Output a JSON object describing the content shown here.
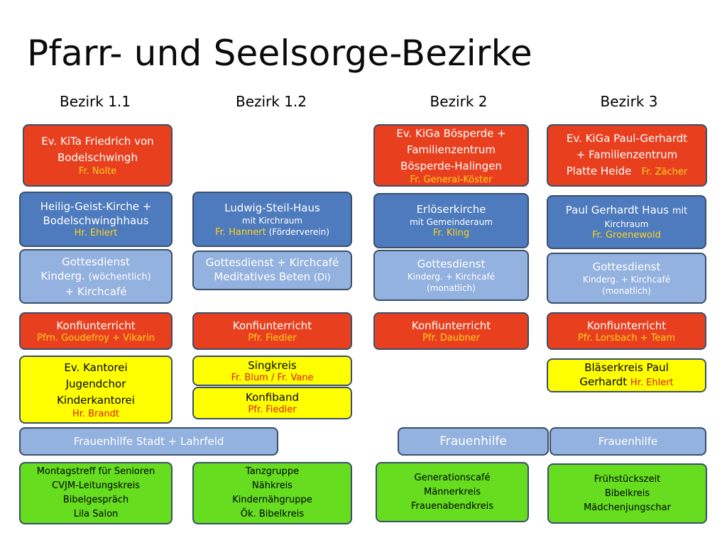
{
  "title": "Pfarr- und Seelsorge-Bezirke",
  "columns": [
    "Bezirk 1.1",
    "Bezirk 1.2",
    "Bezirk 2",
    "Bezirk 3"
  ],
  "boxes": {
    "kita_1_1": [
      "Ev. KiTa Friedrich von",
      "Bodelschwingh",
      "Fr. Nolte"
    ],
    "kiga_2": [
      "Ev. KiGa Bösperde +",
      "Familienzentrum",
      "Bösperde-Halingen",
      "Fr. General-Köster"
    ],
    "kiga_3": [
      "Ev. KiGa Paul-Gerhardt",
      "+ Familienzentrum",
      "Platte Heide",
      "Fr. Zächer"
    ],
    "kirche_1_1": [
      "Heilig-Geist-Kirche +",
      "Bodelschwinghhaus",
      "Hr. Ehlert"
    ],
    "haus_1_2": [
      "Ludwig-Steil-Haus",
      "mit Kirchraum",
      "Fr. Hannert",
      "(Förderverein)"
    ],
    "kirche_2": [
      "Erlöserkirche",
      "mit Gemeinderaum",
      "Fr. Kling"
    ],
    "haus_3": [
      "Paul Gerhardt Haus",
      "mit",
      "Kirchraum",
      "Fr. Groenewold"
    ],
    "gd_1_1": [
      "Gottesdienst",
      "Kinderg.",
      "(wöchentlich)",
      "+ Kirchcafé"
    ],
    "gd_1_2": [
      "Gottesdienst + Kirchcafé",
      "Meditatives Beten",
      "(Di)"
    ],
    "gd_2": [
      "Gottesdienst",
      "Kinderg. + Kirchcafé",
      "(monatlich)"
    ],
    "gd_3": [
      "Gottesdienst",
      "Kinderg. + Kirchcafé",
      "(monatlich)"
    ],
    "konfi_1_1": [
      "Konfiunterricht",
      "Pfrn. Goudefroy + Vikarin"
    ],
    "konfi_1_2": [
      "Konfiunterricht",
      "Pfr. Fiedler"
    ],
    "konfi_2": [
      "Konfiunterricht",
      "Pfr. Daubner"
    ],
    "konfi_3": [
      "Konfiunterricht",
      "Pfr. Lorsbach + Team"
    ],
    "kantorei": [
      "Ev. Kantorei",
      "Jugendchor",
      "Kinderkantorei",
      "Hr. Brandt"
    ],
    "singkreis": [
      "Singkreis",
      "Fr. Blum / Fr. Vane"
    ],
    "konfiband": [
      "Konfiband",
      "Pfr. Fiedler"
    ],
    "blaeser": [
      "Bläserkreis Paul",
      "Gerhardt",
      "Hr. Ehlert"
    ],
    "fh_stadt": [
      "Frauenhilfe Stadt + Lahrfeld"
    ],
    "fh_2": [
      "Frauenhilfe"
    ],
    "fh_3": [
      "Frauenhilfe"
    ],
    "green_1_1": [
      "Montagstreff für Senioren",
      "CVJM-Leitungskreis",
      "Bibelgespräch",
      "Lila Salon"
    ],
    "green_1_2": [
      "Tanzgruppe",
      "Nähkreis",
      "Kindernähgruppe",
      "Ök. Bibelkreis"
    ],
    "green_2": [
      "Generationscafé",
      "Männerkreis",
      "Frauenabendkreis"
    ],
    "green_3": [
      "Frühstückszeit",
      "Bibelkreis",
      "Mädchenjungschar"
    ]
  },
  "colors": {
    "red": "#e8401f",
    "blue": "#4d7bbd",
    "light_blue": "#94b2df",
    "yellow": "#ffff00",
    "green": "#66dd1e",
    "accent_yellow": "#ffd21c",
    "accent_red": "#e11a0c"
  }
}
